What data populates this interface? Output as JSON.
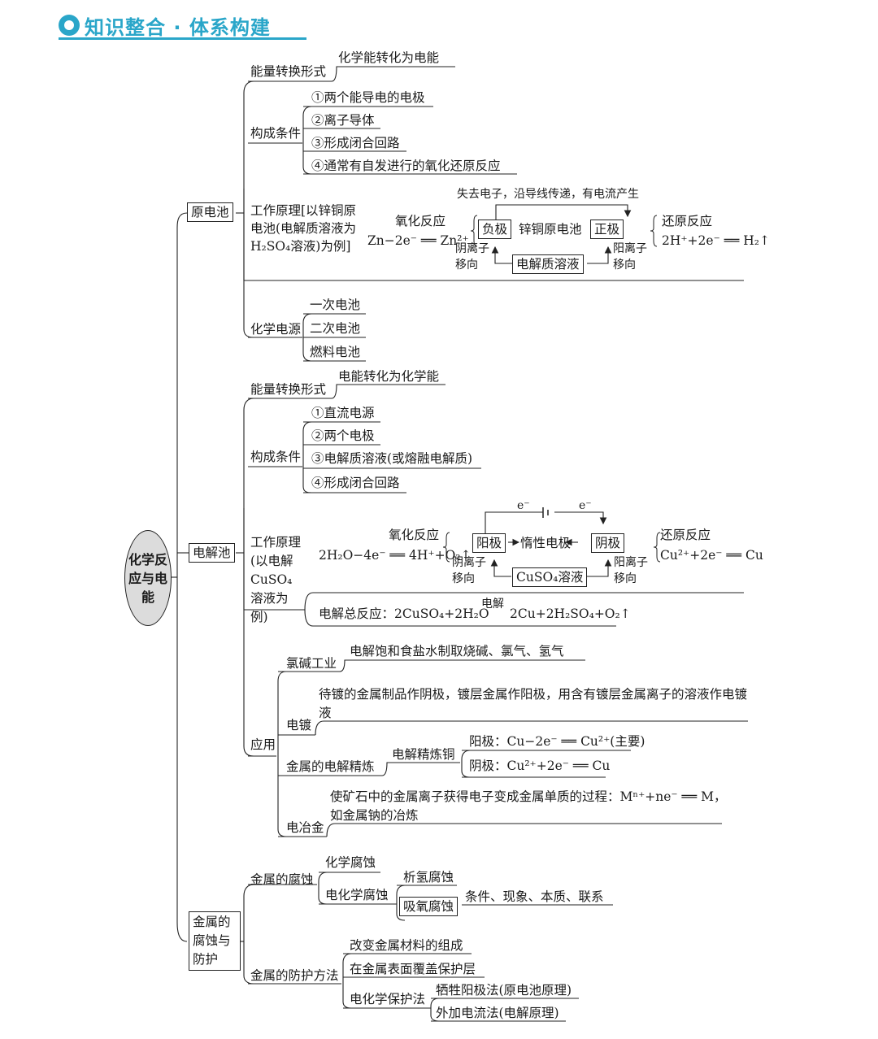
{
  "header": {
    "title": "知识整合 · 体系构建",
    "icon": "arrow-circle-icon",
    "accent_color": "#2aa6c9"
  },
  "root": "化学反应与电能",
  "galvanic": {
    "label": "原电池",
    "energy_label": "能量转换形式",
    "energy_value": "化学能转化为电能",
    "cond_label": "构成条件",
    "conditions": [
      "①两个能导电的电极",
      "②离子导体",
      "③形成闭合回路",
      "④通常有自发进行的氧化还原反应"
    ],
    "principle_label": "工作原理[以锌铜原电池(电解质溶液为H₂SO₄溶液)为例]",
    "top_note": "失去电子，沿导线传递，有电流产生",
    "ox_label": "氧化反应",
    "ox_eq": "Zn−2e⁻ ══ Zn²⁺",
    "neg": "负极",
    "center": "锌铜原电池",
    "pos": "正极",
    "red_label": "还原反应",
    "red_eq": "2H⁺+2e⁻ ══ H₂↑",
    "anion_left": "阴离子移向",
    "electrolyte": "电解质溶液",
    "cation_right": "阳离子移向",
    "source_label": "化学电源",
    "sources": [
      "一次电池",
      "二次电池",
      "燃料电池"
    ]
  },
  "electrolytic": {
    "label": "电解池",
    "energy_label": "能量转换形式",
    "energy_value": "电能转化为化学能",
    "cond_label": "构成条件",
    "conditions": [
      "①直流电源",
      "②两个电极",
      "③电解质溶液(或熔融电解质)",
      "④形成闭合回路"
    ],
    "principle_label": "工作原理(以电解CuSO₄溶液为例)",
    "e_left": "e⁻",
    "e_right": "e⁻",
    "ox_label": "氧化反应",
    "ox_eq": "2H₂O−4e⁻ ══ 4H⁺+O₂↑",
    "anode": "阳极",
    "center": "惰性电极",
    "cathode": "阴极",
    "red_label": "还原反应",
    "red_eq": "Cu²⁺+2e⁻ ══ Cu",
    "anion_left": "阴离子移向",
    "solution": "CuSO₄溶液",
    "cation_right": "阳离子移向",
    "total_label": "电解总反应：2CuSO₄+2H₂O",
    "total_cond": "电解",
    "total_product": "2Cu+2H₂SO₄+O₂↑",
    "app_label": "应用",
    "chlor_label": "氯碱工业",
    "chlor_value": "电解饱和食盐水制取烧碱、氯气、氢气",
    "plating_label": "电镀",
    "plating_value": "待镀的金属制品作阴极，镀层金属作阳极，用含有镀层金属离子的溶液作电镀液",
    "refine_label": "金属的电解精炼",
    "refine_sub": "电解精炼铜",
    "refine_anode": "阳极：Cu−2e⁻ ══ Cu²⁺(主要)",
    "refine_cathode": "阴极：Cu²⁺+2e⁻ ══ Cu",
    "smelt_label": "电冶金",
    "smelt_value": "使矿石中的金属离子获得电子变成金属单质的过程：Mⁿ⁺+ne⁻ ══ M，如金属钠的冶炼"
  },
  "corrosion": {
    "label": "金属的腐蚀与防护",
    "corr_label": "金属的腐蚀",
    "chem_corr": "化学腐蚀",
    "ec_corr": "电化学腐蚀",
    "h_evol": "析氢腐蚀",
    "o_abs": "吸氧腐蚀",
    "compare": "条件、现象、本质、联系",
    "prot_label": "金属的防护方法",
    "prot_1": "改变金属材料的组成",
    "prot_2": "在金属表面覆盖保护层",
    "prot_ec": "电化学保护法",
    "sacr": "牺牲阳极法(原电池原理)",
    "imp": "外加电流法(电解原理)"
  }
}
